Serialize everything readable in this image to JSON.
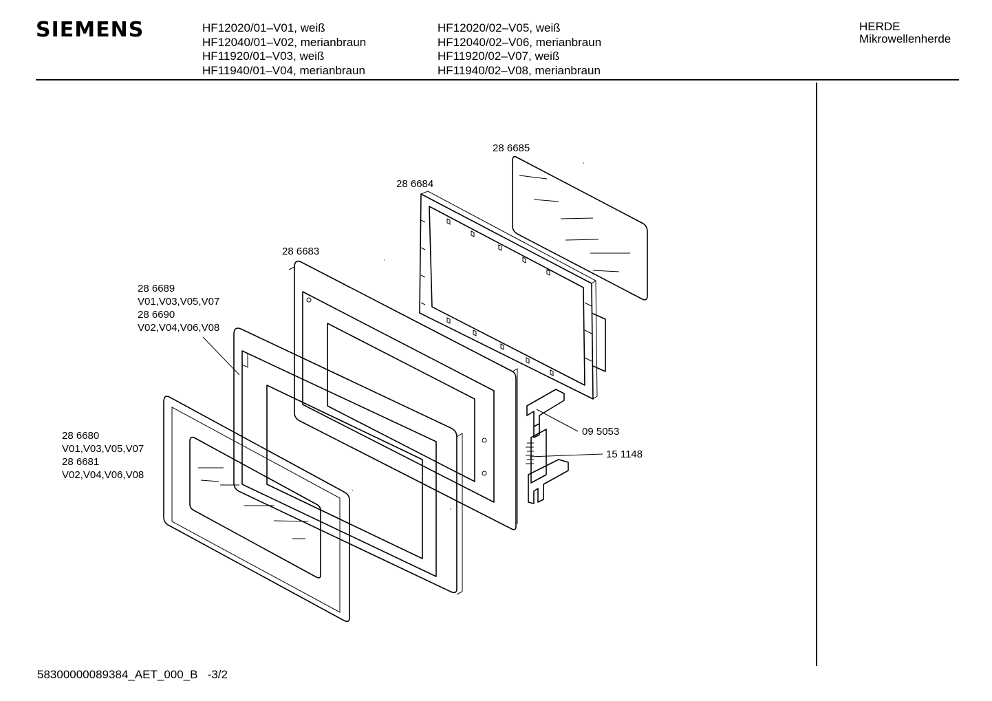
{
  "brand": "SIEMENS",
  "models_left": [
    "HF12020/01–V01, weiß",
    "HF12040/01–V02, merianbraun",
    "HF11920/01–V03, weiß",
    "HF11940/01–V04, merianbraun"
  ],
  "models_right": [
    "HF12020/02–V05, weiß",
    "HF12040/02–V06, merianbraun",
    "HF11920/02–V07, weiß",
    "HF11940/02–V08, merianbraun"
  ],
  "category": {
    "line1": "HERDE",
    "line2": "Mikrowellenherde"
  },
  "parts": {
    "p286685": "28 6685",
    "p286684": "28 6684",
    "p286683": "28 6683",
    "p286689": "28 6689",
    "p286689_var": "V01,V03,V05,V07",
    "p286690": "28 6690",
    "p286690_var": "V02,V04,V06,V08",
    "p286680": "28 6680",
    "p286680_var": "V01,V03,V05,V07",
    "p286681": "28 6681",
    "p286681_var": "V02,V04,V06,V08",
    "p095053": "09 5053",
    "p151148": "15 1148"
  },
  "footer": "58300000089384_AET_000_B   -3/2"
}
